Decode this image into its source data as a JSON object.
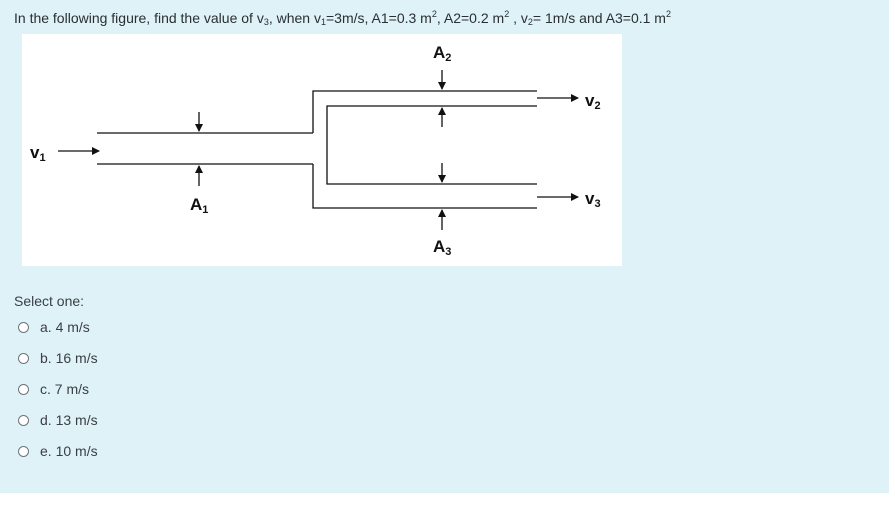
{
  "question": {
    "p1": "In the following figure, find the value of v",
    "s1": "3",
    "p2": ", when v",
    "s2": "1",
    "p3": "=3m/s, A1=0.3 m",
    "sup1": "2",
    "p4": ", A2=0.2 m",
    "sup2": "2",
    "p5": " , v",
    "s3": "2",
    "p6": "= 1m/s and A3=0.1 m",
    "sup3": "2"
  },
  "figure": {
    "v1": {
      "main": "v",
      "sub": "1"
    },
    "v2": {
      "main": "v",
      "sub": "2"
    },
    "v3": {
      "main": "v",
      "sub": "3"
    },
    "a1": {
      "main": "A",
      "sub": "1"
    },
    "a2": {
      "main": "A",
      "sub": "2"
    },
    "a3": {
      "main": "A",
      "sub": "3"
    }
  },
  "select_label": "Select one:",
  "options": [
    {
      "label": "a. 4 m/s"
    },
    {
      "label": "b. 16 m/s"
    },
    {
      "label": "c. 7 m/s"
    },
    {
      "label": "d. 13 m/s"
    },
    {
      "label": "e. 10 m/s"
    }
  ]
}
